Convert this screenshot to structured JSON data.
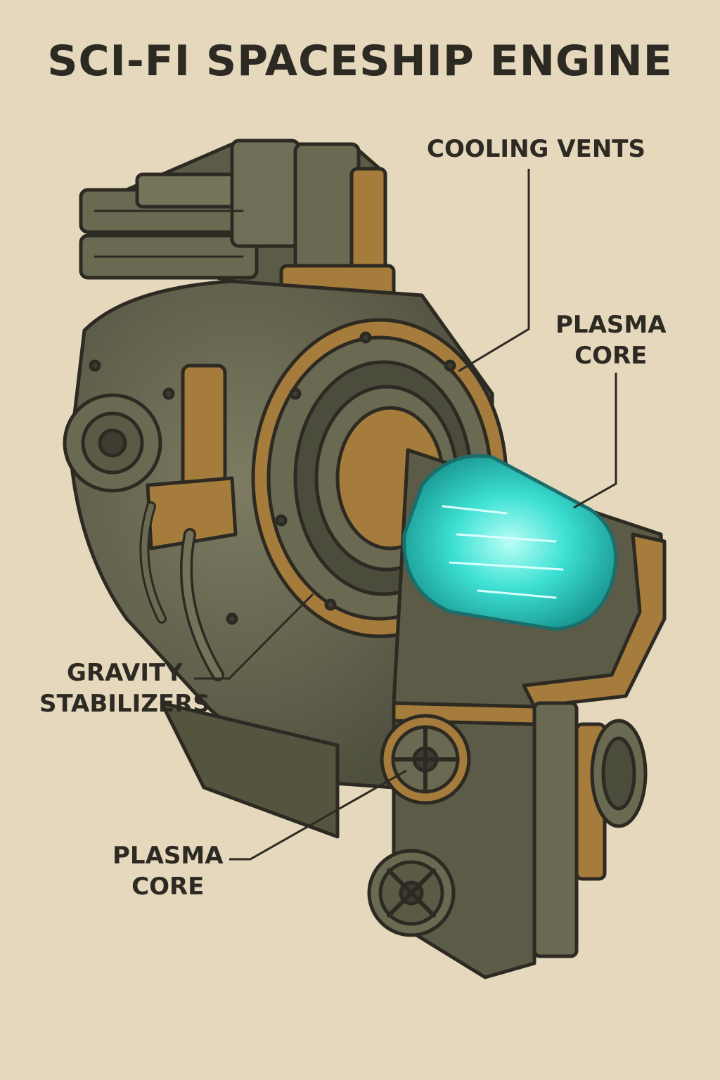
{
  "title": "SCI-FI SPACESHIP ENGINE",
  "labels": {
    "cooling_vents": {
      "lines": [
        "COOLING VENTS"
      ]
    },
    "plasma_core_top": {
      "lines": [
        "PLASMA",
        "CORE"
      ]
    },
    "gravity_stabilizers": {
      "lines": [
        "GRAVITY",
        "STABILIZERS"
      ]
    },
    "plasma_core_bottom": {
      "lines": [
        "PLASMA",
        "CORE"
      ]
    }
  },
  "colors": {
    "background": "#e6d8bc",
    "metal": "#6a6a52",
    "metal_dark": "#4c4c3c",
    "brass": "#a67c3c",
    "outline": "#2c2a22",
    "plasma": "#3de0d4"
  }
}
